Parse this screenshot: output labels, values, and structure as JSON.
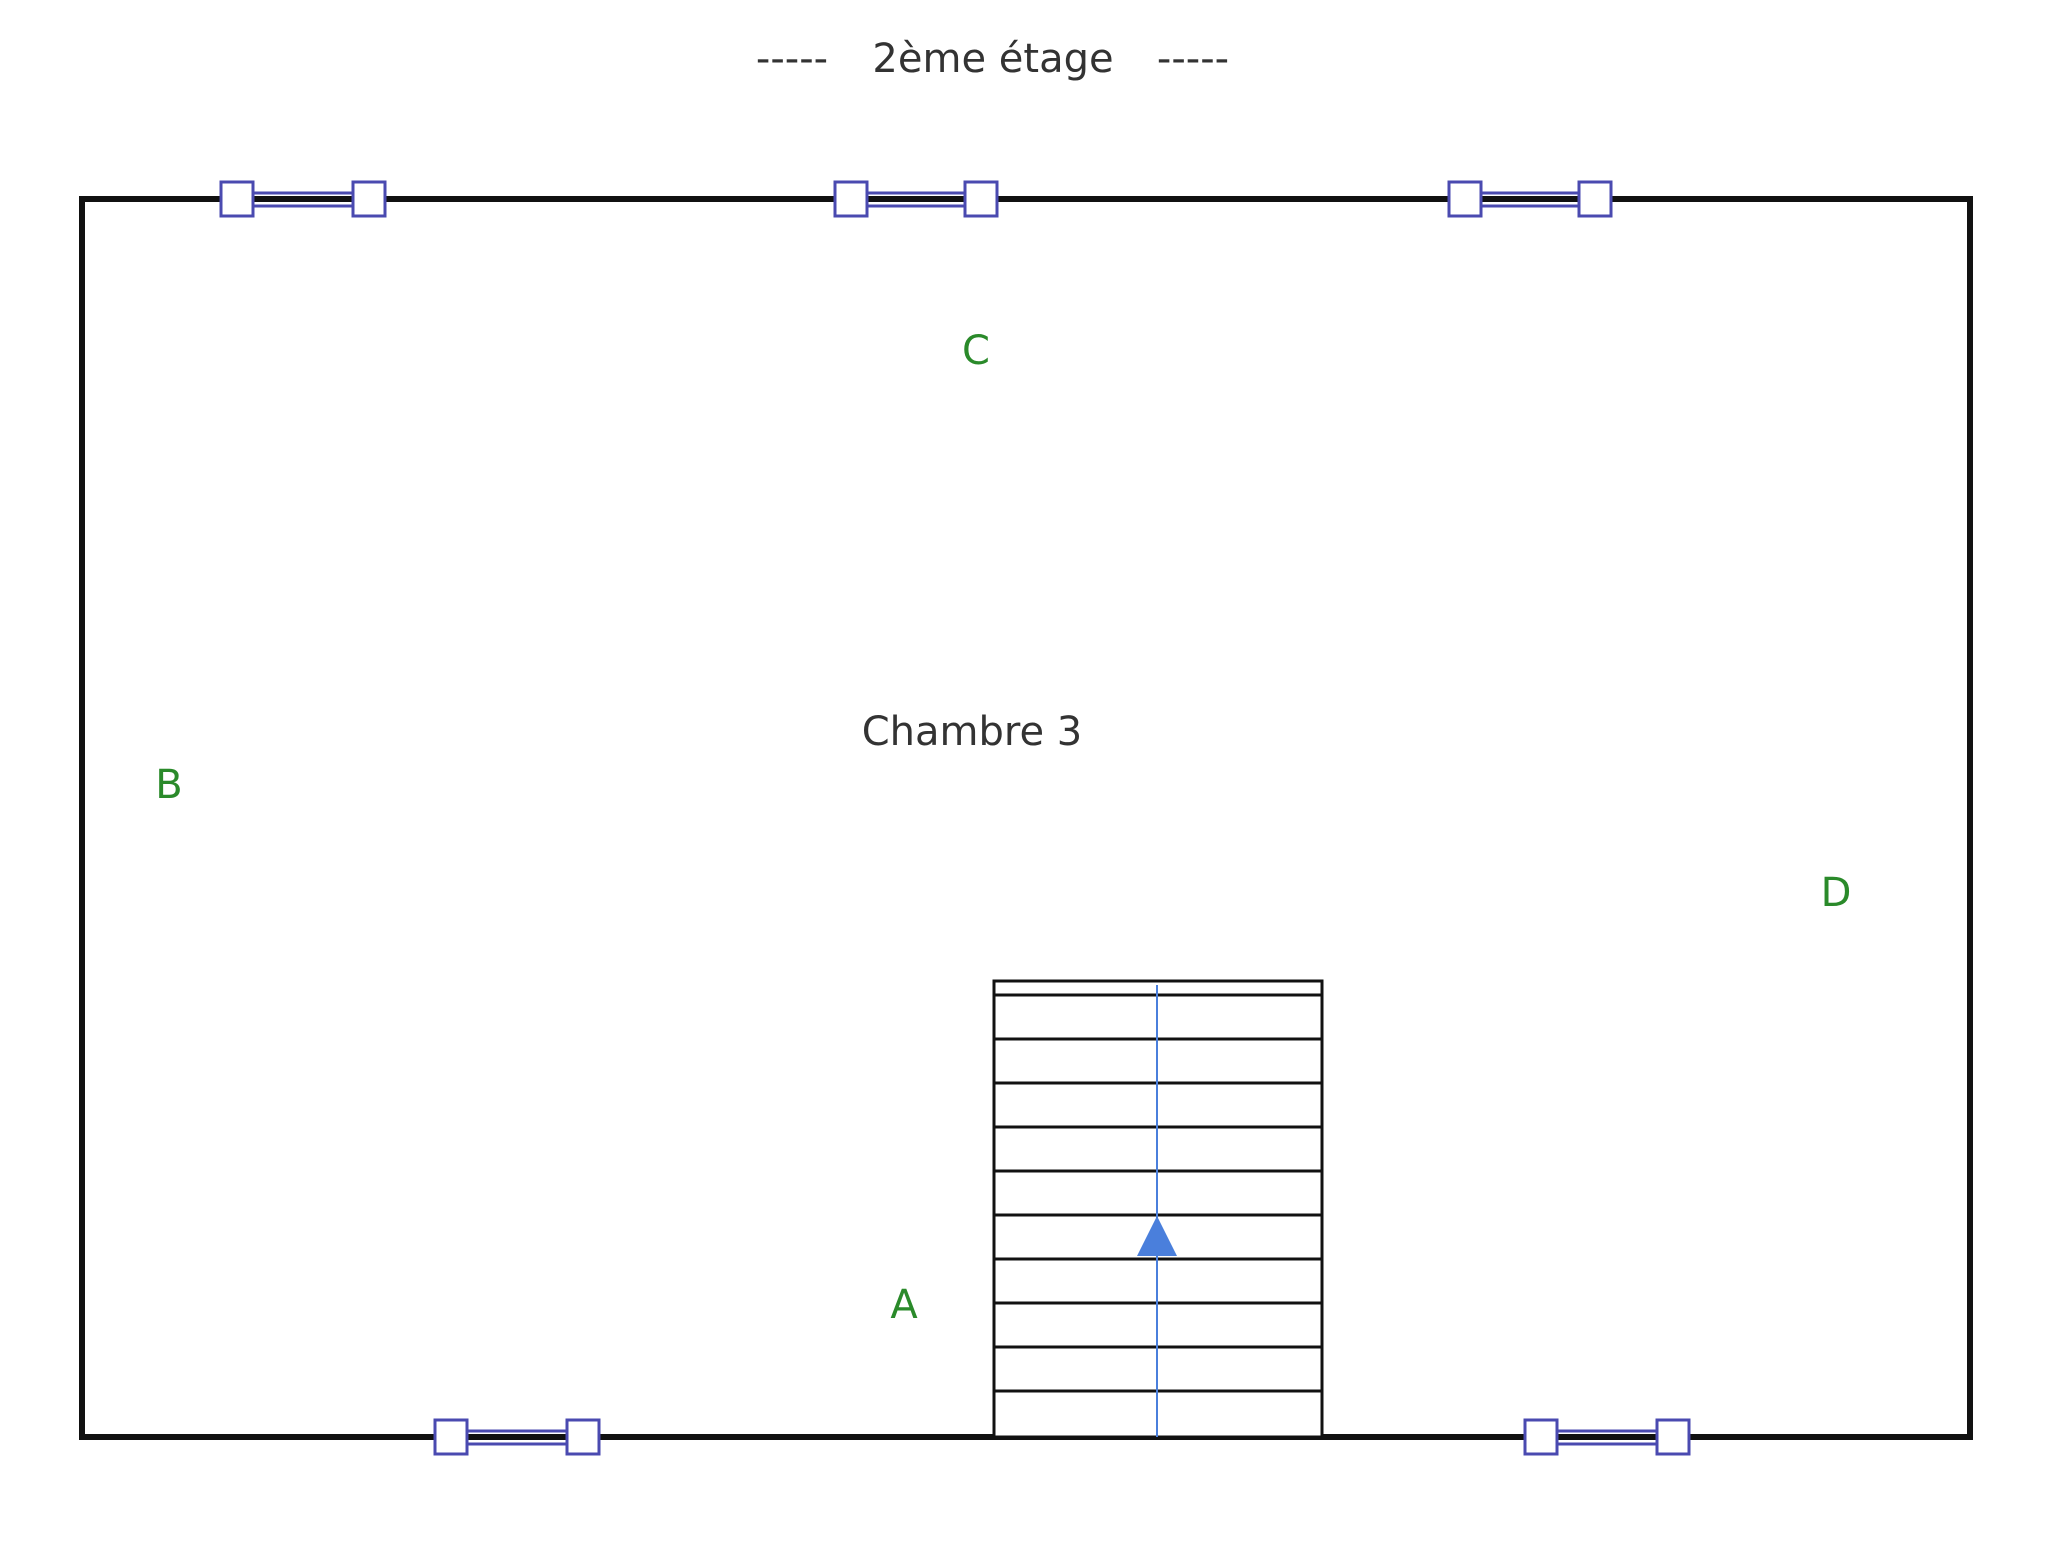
{
  "floor": {
    "title": "2ème étage",
    "title_dashes": "-----"
  },
  "room": {
    "name": "Chambre 3"
  },
  "walls": {
    "a": "A",
    "b": "B",
    "c": "C",
    "d": "D"
  },
  "colors": {
    "wall": "#111111",
    "window": "#4a4ab0",
    "stair_arrow": "#4a7fdc",
    "wall_letter": "#2a8a2a",
    "text": "#333333"
  },
  "icons": {
    "window": "window-symbol",
    "stairs": "staircase-symbol",
    "direction": "up-arrow"
  }
}
